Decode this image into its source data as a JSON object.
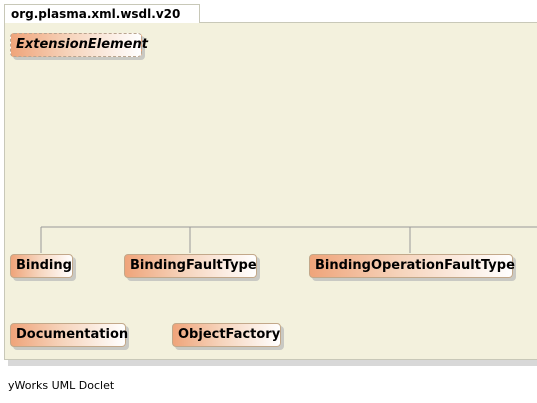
{
  "package": {
    "name": "org.plasma.xml.wsdl.v20"
  },
  "classes": {
    "extension_element": "ExtensionElement",
    "binding": "Binding",
    "binding_fault_type": "BindingFaultType",
    "binding_operation_fault_type": "BindingOperationFaultType",
    "documentation": "Documentation",
    "object_factory": "ObjectFactory"
  },
  "footer": {
    "text": "yWorks UML Doclet"
  },
  "colors": {
    "package_fill": "#f3f1dd",
    "class_gradient_start": "#efa47a",
    "class_gradient_end": "#ffffff",
    "connector": "#999999"
  }
}
